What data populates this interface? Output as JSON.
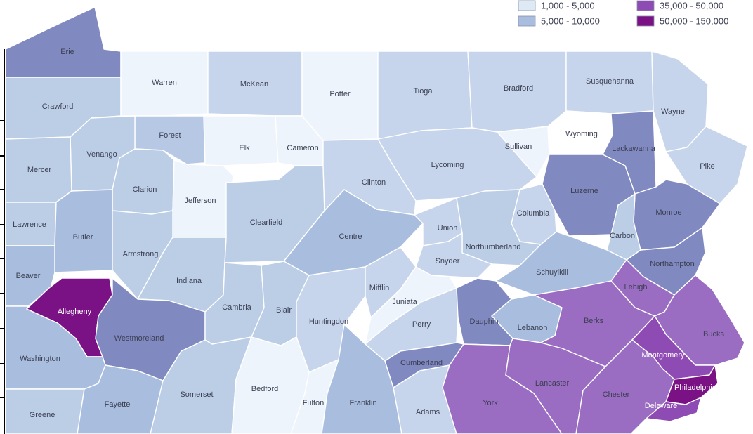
{
  "legend": [
    {
      "label": "1,000 - 5,000",
      "color": "#dde9f5"
    },
    {
      "label": "5,000 - 10,000",
      "color": "#a9bedf"
    },
    {
      "label": "35,000 - 50,000",
      "color": "#8e4bb3"
    },
    {
      "label": "50,000 - 150,000",
      "color": "#7a1285"
    }
  ],
  "counties": [
    {
      "name": "Erie",
      "color": "#8089c0"
    },
    {
      "name": "Crawford",
      "color": "#bccde6"
    },
    {
      "name": "Warren",
      "color": "#eef4fb"
    },
    {
      "name": "McKean",
      "color": "#c6d5eb"
    },
    {
      "name": "Potter",
      "color": "#eef4fb"
    },
    {
      "name": "Tioga",
      "color": "#c6d5eb"
    },
    {
      "name": "Bradford",
      "color": "#c6d5eb"
    },
    {
      "name": "Susquehanna",
      "color": "#c6d5eb"
    },
    {
      "name": "Wayne",
      "color": "#c6d5eb"
    },
    {
      "name": "Pike",
      "color": "#c6d5eb"
    },
    {
      "name": "Forest",
      "color": "#b6c8e4"
    },
    {
      "name": "Elk",
      "color": "#eef4fb"
    },
    {
      "name": "Cameron",
      "color": "#eef4fb"
    },
    {
      "name": "Venango",
      "color": "#bccde6"
    },
    {
      "name": "Mercer",
      "color": "#bccde6"
    },
    {
      "name": "Clarion",
      "color": "#bccde6"
    },
    {
      "name": "Jefferson",
      "color": "#eef4fb"
    },
    {
      "name": "Clearfield",
      "color": "#bccde6"
    },
    {
      "name": "Clinton",
      "color": "#c6d5eb"
    },
    {
      "name": "Lycoming",
      "color": "#c6d5eb"
    },
    {
      "name": "Sullivan",
      "color": "#eef4fb"
    },
    {
      "name": "Wyoming",
      "color": "#ffffff"
    },
    {
      "name": "Lackawanna",
      "color": "#8089c0"
    },
    {
      "name": "Luzerne",
      "color": "#8089c0"
    },
    {
      "name": "Columbia",
      "color": "#c6d5eb"
    },
    {
      "name": "Monroe",
      "color": "#8089c0"
    },
    {
      "name": "Carbon",
      "color": "#bccde6"
    },
    {
      "name": "Lawrence",
      "color": "#bccde6"
    },
    {
      "name": "Butler",
      "color": "#a9bedf"
    },
    {
      "name": "Armstrong",
      "color": "#bccde6"
    },
    {
      "name": "Indiana",
      "color": "#bccde6"
    },
    {
      "name": "Centre",
      "color": "#a9bedf"
    },
    {
      "name": "Union",
      "color": "#c6d5eb"
    },
    {
      "name": "Northumberland",
      "color": "#bccde6"
    },
    {
      "name": "Snyder",
      "color": "#c6d5eb"
    },
    {
      "name": "Schuylkill",
      "color": "#a9bedf"
    },
    {
      "name": "Northampton",
      "color": "#8089c0"
    },
    {
      "name": "Beaver",
      "color": "#a9bedf"
    },
    {
      "name": "Allegheny",
      "color": "#7a1285"
    },
    {
      "name": "Westmoreland",
      "color": "#8089c0"
    },
    {
      "name": "Cambria",
      "color": "#bccde6"
    },
    {
      "name": "Blair",
      "color": "#bccde6"
    },
    {
      "name": "Huntingdon",
      "color": "#c6d5eb"
    },
    {
      "name": "Mifflin",
      "color": "#c6d5eb"
    },
    {
      "name": "Juniata",
      "color": "#eef4fb"
    },
    {
      "name": "Perry",
      "color": "#c6d5eb"
    },
    {
      "name": "Dauphin",
      "color": "#8089c0"
    },
    {
      "name": "Lebanon",
      "color": "#a9bedf"
    },
    {
      "name": "Berks",
      "color": "#9b6dc2"
    },
    {
      "name": "Lehigh",
      "color": "#9b6dc2"
    },
    {
      "name": "Bucks",
      "color": "#9b6dc2"
    },
    {
      "name": "Montgomery",
      "color": "#8e4bb3"
    },
    {
      "name": "Washington",
      "color": "#a9bedf"
    },
    {
      "name": "Greene",
      "color": "#bccde6"
    },
    {
      "name": "Fayette",
      "color": "#a9bedf"
    },
    {
      "name": "Somerset",
      "color": "#bccde6"
    },
    {
      "name": "Bedford",
      "color": "#eef4fb"
    },
    {
      "name": "Fulton",
      "color": "#eef4fb"
    },
    {
      "name": "Franklin",
      "color": "#a9bedf"
    },
    {
      "name": "Cumberland",
      "color": "#8089c0"
    },
    {
      "name": "Adams",
      "color": "#c6d5eb"
    },
    {
      "name": "York",
      "color": "#9b6dc2"
    },
    {
      "name": "Lancaster",
      "color": "#9b6dc2"
    },
    {
      "name": "Chester",
      "color": "#9b6dc2"
    },
    {
      "name": "Philadelphia",
      "color": "#7a1285"
    },
    {
      "name": "Delaware",
      "color": "#8e4bb3"
    }
  ]
}
